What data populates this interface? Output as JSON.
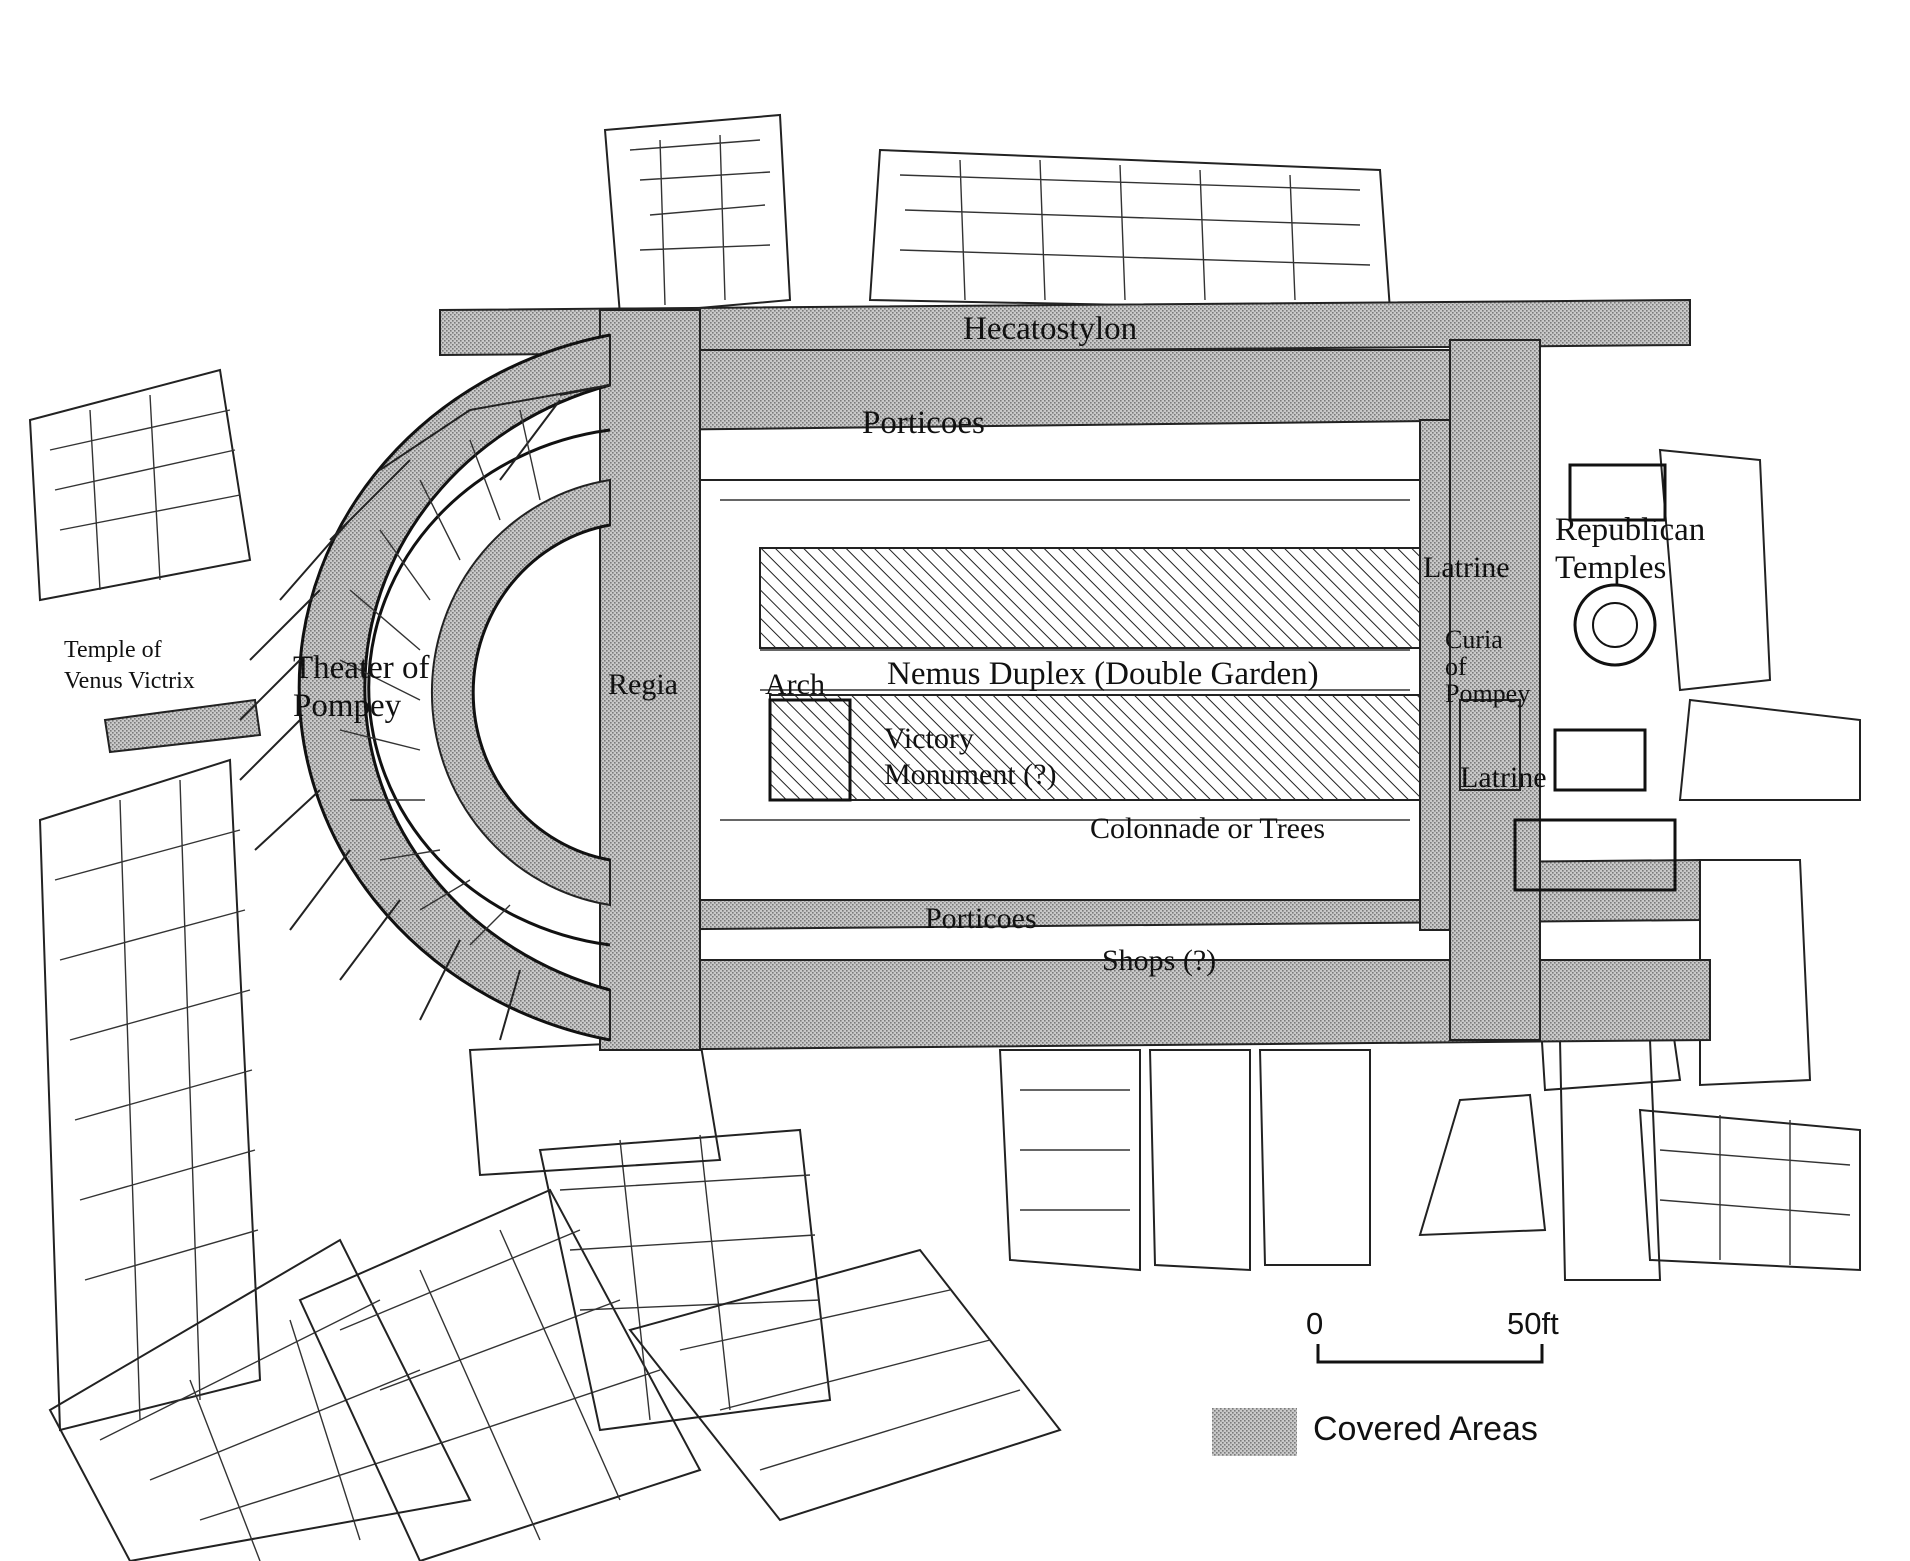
{
  "labels": {
    "hecatostylon": "Hecatostylon",
    "porticoes_north": "Porticoes",
    "republican_temples": "Republican\nTemples",
    "latrine_north": "Latrine",
    "temple_venus": "Temple of\nVenus Victrix",
    "theater": "Theater of\nPompey",
    "regia": "Regia",
    "arch": "Arch",
    "nemus": "Nemus Duplex (Double Garden)",
    "curia": "Curia\nof\nPompey",
    "victory": "Victory\nMonument (?)",
    "latrine_south": "Latrine",
    "colonnade": "Colonnade or Trees",
    "porticoes_south": "Porticoes",
    "shops": "Shops (?)"
  },
  "scale": {
    "start": "0",
    "end": "50ft"
  },
  "legend": {
    "covered": "Covered Areas"
  },
  "colors": {
    "covered_fill": "#b8b8b8",
    "ink": "#111111"
  }
}
